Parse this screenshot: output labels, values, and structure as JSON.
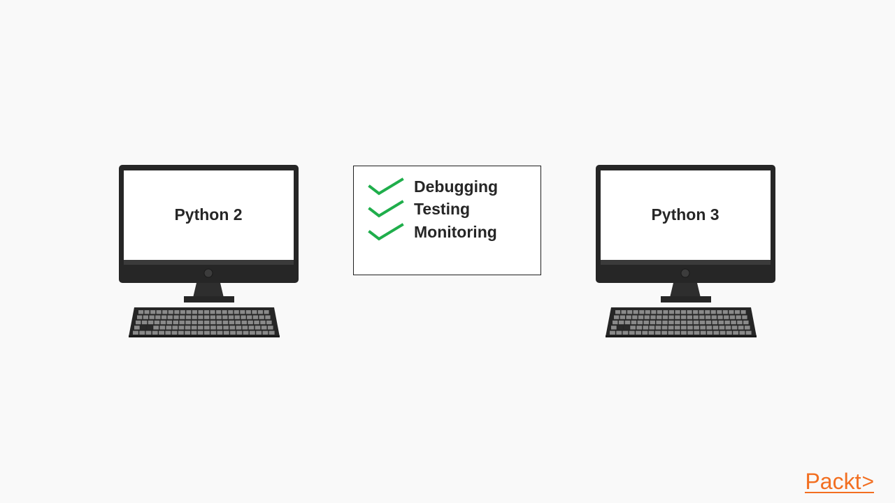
{
  "computers": [
    {
      "label": "Python 2"
    },
    {
      "label": "Python 3"
    }
  ],
  "checklist": {
    "items": [
      "Debugging",
      "Testing",
      "Monitoring"
    ],
    "check_color": "#1fae4b"
  },
  "logo": {
    "text": "Packt",
    "symbol": ">",
    "color": "#f26f21"
  },
  "colors": {
    "background": "#f9f9f9",
    "monitor_frame": "#262626",
    "screen": "#ffffff",
    "keyboard_keys": "#8a8a8a"
  }
}
